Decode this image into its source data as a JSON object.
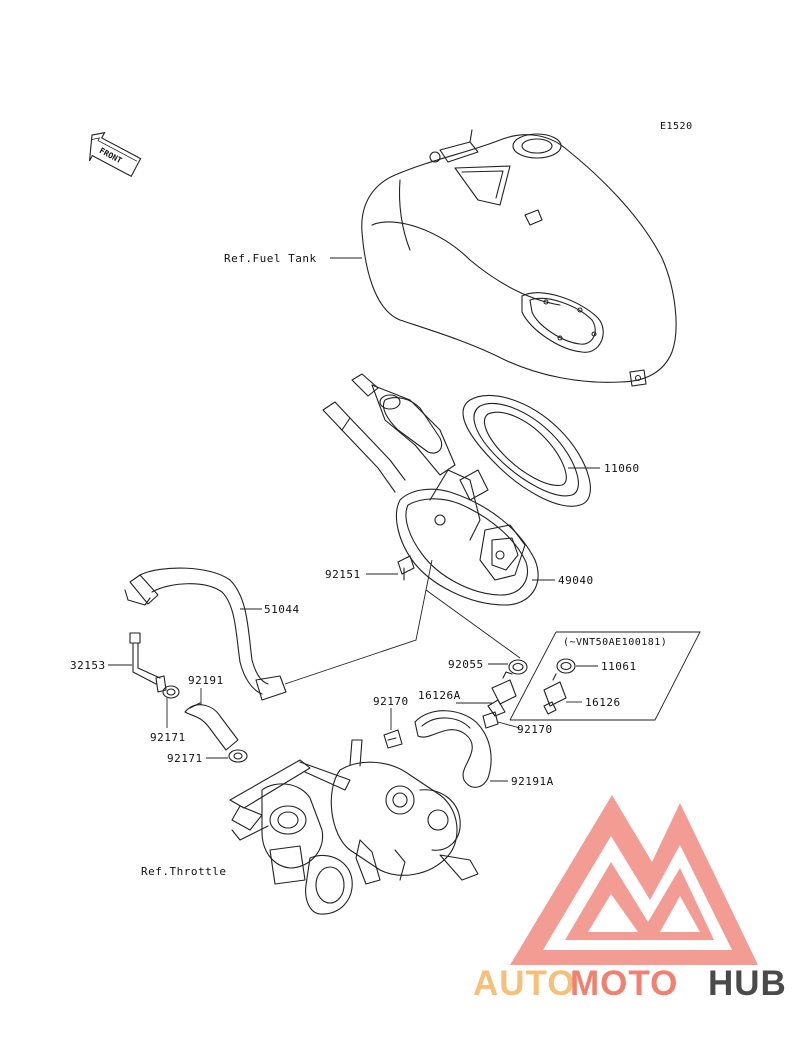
{
  "diagram": {
    "code": "E1520",
    "front_label": "FRONT",
    "labels": {
      "fuel_tank": "Ref.Fuel Tank",
      "throttle": "Ref.Throttle",
      "l11060": "11060",
      "l49040": "49040",
      "l92151": "92151",
      "l51044": "51044",
      "l32153": "32153",
      "l92191": "92191",
      "l92171a": "92171",
      "l92171b": "92171",
      "l92170a": "92170",
      "l16126a": "16126A",
      "l92055": "92055",
      "l92170b": "92170",
      "l92191a": "92191A",
      "l11061": "11061",
      "l16126": "16126",
      "serial": "(~VNT50AE100181)"
    }
  },
  "watermark": {
    "part1": "AUTO",
    "part2": "MOTO",
    "part3": "HUB",
    "color_light": "#f5c07a",
    "color_mid": "#f08070",
    "color_dark": "#4a4a4a",
    "logo_color": "#ef6b6b"
  }
}
